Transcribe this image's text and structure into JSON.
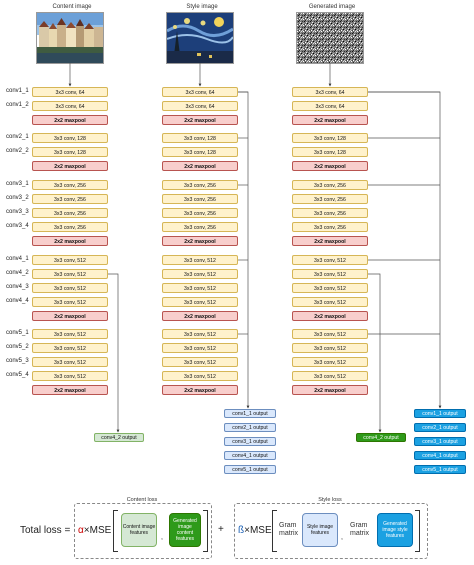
{
  "columns": {
    "content": {
      "title": "Content image"
    },
    "style": {
      "title": "Style image"
    },
    "generated": {
      "title": "Generated image"
    }
  },
  "row_labels": [
    "conv1_1",
    "conv1_2",
    "conv2_1",
    "conv2_2",
    "conv3_1",
    "conv3_2",
    "conv3_3",
    "conv3_4",
    "conv4_1",
    "conv4_2",
    "conv4_3",
    "conv4_4",
    "conv5_1",
    "conv5_2",
    "conv5_3",
    "conv5_4"
  ],
  "layers": [
    "3x3 conv, 64",
    "3x3 conv, 64",
    "2x2 maxpool",
    "3x3 conv, 128",
    "3x3 conv, 128",
    "2x2 maxpool",
    "3x3 conv, 256",
    "3x3 conv, 256",
    "3x3 conv, 256",
    "3x3 conv, 256",
    "2x2 maxpool",
    "3x3 conv, 512",
    "3x3 conv, 512",
    "3x3 conv, 512",
    "3x3 conv, 512",
    "2x2 maxpool",
    "3x3 conv, 512",
    "3x3 conv, 512",
    "3x3 conv, 512",
    "3x3 conv, 512",
    "2x2 maxpool"
  ],
  "outputs": {
    "content": "conv4_2 output",
    "style": [
      "conv1_1 output",
      "conv2_1 output",
      "conv3_1 output",
      "conv4_1 output",
      "conv5_1 output"
    ],
    "generated_content": "conv4_2 output",
    "generated_style": [
      "conv1_1 output",
      "conv2_1 output",
      "conv3_1 output",
      "conv4_1 output",
      "conv5_1 output"
    ]
  },
  "loss": {
    "total_label": "Total loss =",
    "content_title": "Content loss",
    "style_title": "Style loss",
    "alpha_term": "α×MSE",
    "beta_term": "ß×MSE",
    "plus": "+",
    "comma": ",",
    "content_features": "Content image features",
    "generated_content_features": "Generated image content features",
    "gram": "Gram matrix",
    "style_features": "Style image features",
    "generated_style_features": "Generated image style features"
  },
  "colors": {
    "conv_fill": "#fff2cc",
    "conv_border": "#d6b656",
    "pool_fill": "#f8cecc",
    "pool_border": "#b85450",
    "green_light": "#d5e8d4",
    "green_dark": "#2e9a1a",
    "blue_light": "#dae8fc",
    "blue_dark": "#1ba1e2",
    "alpha_red": "#cc0000",
    "beta_blue": "#1a5fb4"
  }
}
